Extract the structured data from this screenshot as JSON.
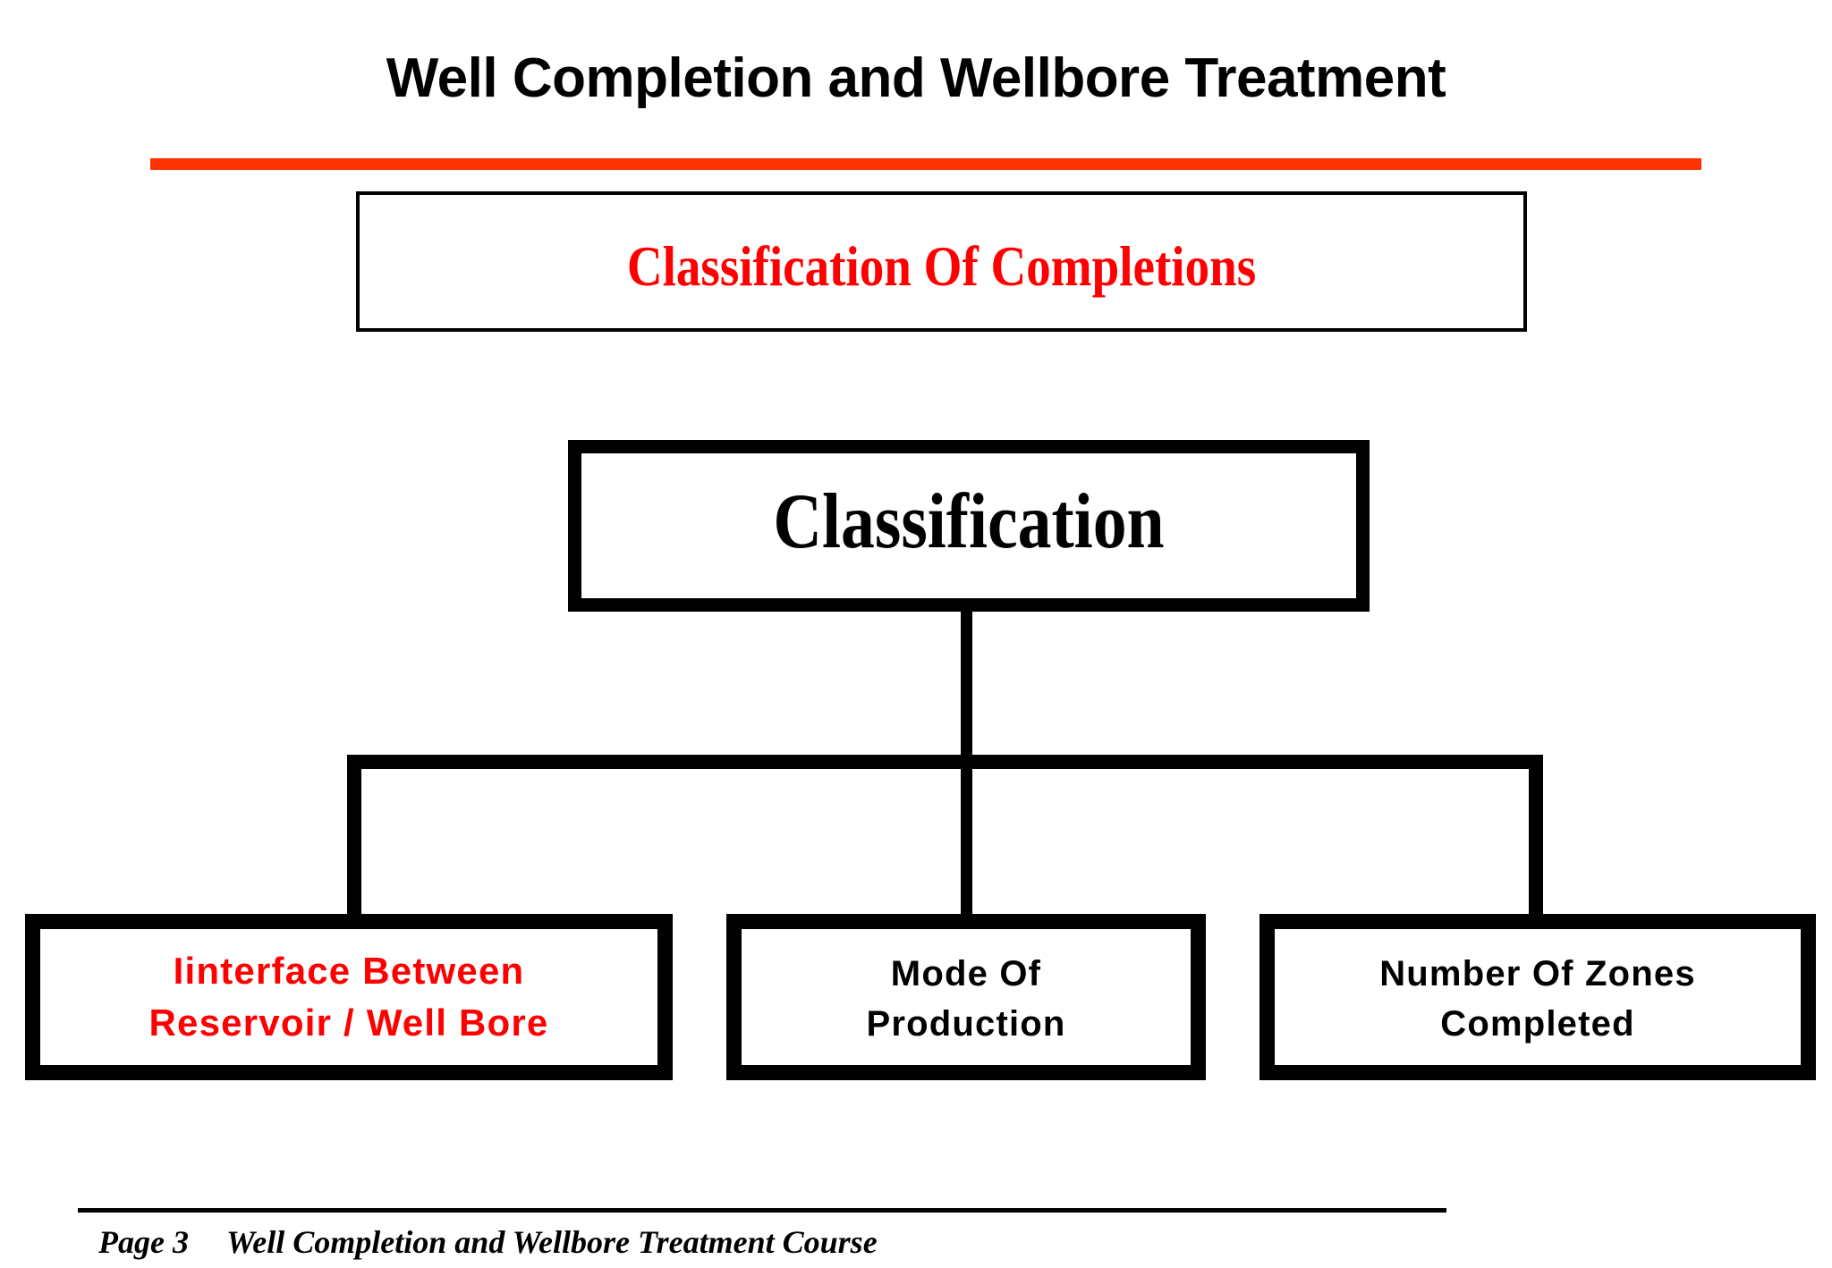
{
  "slide": {
    "title": "Well Completion and Wellbore Treatment",
    "accent_rule_color": "#FF3300",
    "background_color": "#FFFFFF"
  },
  "subtitle_box": {
    "label": "Classification Of Completions",
    "text_color": "#FF0000",
    "border_color": "#000000"
  },
  "diagram": {
    "root": {
      "label": "Classification",
      "text_color": "#000000",
      "border_color": "#000000"
    },
    "children": [
      {
        "label": "Iinterface Between Reservoir / Well Bore",
        "line1": "Iinterface Between",
        "line2": "Reservoir / Well Bore",
        "text_color": "#FF0000",
        "border_color": "#000000"
      },
      {
        "label": "Mode Of Production",
        "line1": "Mode Of",
        "line2": "Production",
        "text_color": "#000000",
        "border_color": "#000000"
      },
      {
        "label": "Number Of Zones Completed",
        "line1": "Number Of Zones",
        "line2": "Completed",
        "text_color": "#000000",
        "border_color": "#000000"
      }
    ]
  },
  "footer": {
    "page_label": "Page 3",
    "course_label": "Well Completion and Wellbore Treatment Course"
  }
}
